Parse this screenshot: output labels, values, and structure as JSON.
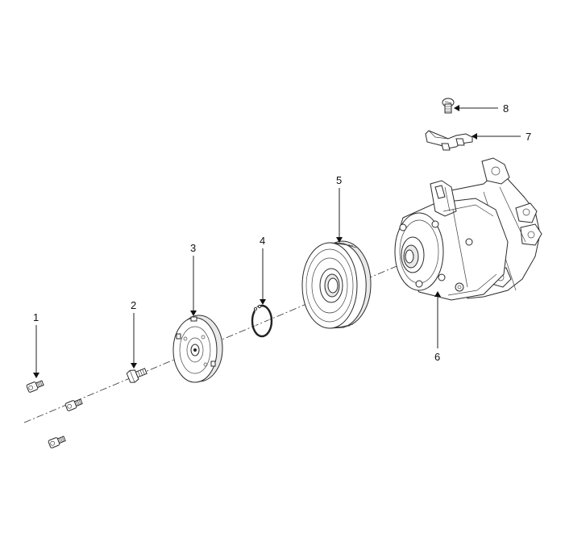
{
  "callouts": [
    {
      "id": "1",
      "label": "1"
    },
    {
      "id": "2",
      "label": "2"
    },
    {
      "id": "3",
      "label": "3"
    },
    {
      "id": "4",
      "label": "4"
    },
    {
      "id": "5",
      "label": "5"
    },
    {
      "id": "6",
      "label": "6"
    },
    {
      "id": "7",
      "label": "7"
    },
    {
      "id": "8",
      "label": "8"
    }
  ],
  "colors": {
    "background": "#ffffff",
    "line": "#222222"
  }
}
